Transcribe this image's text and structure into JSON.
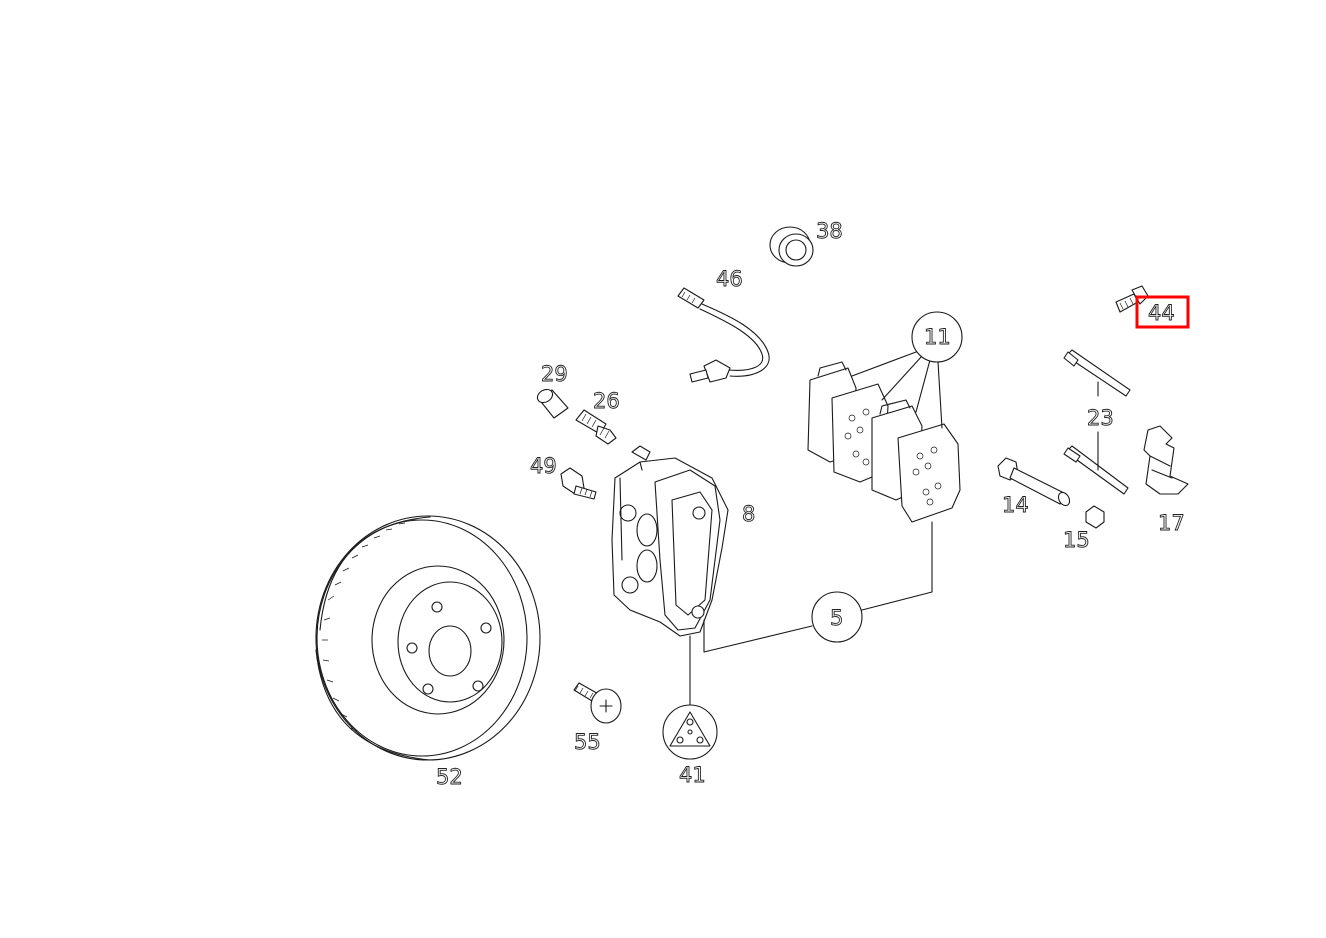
{
  "diagram": {
    "highlighted_part": "44",
    "callouts": {
      "c38": "38",
      "c46": "46",
      "c44": "44",
      "c11": "11",
      "c29": "29",
      "c26": "26",
      "c23": "23",
      "c49": "49",
      "c8": "8",
      "c14": "14",
      "c17": "17",
      "c15": "15",
      "c5": "5",
      "c55": "55",
      "c41": "41",
      "c52": "52"
    }
  }
}
